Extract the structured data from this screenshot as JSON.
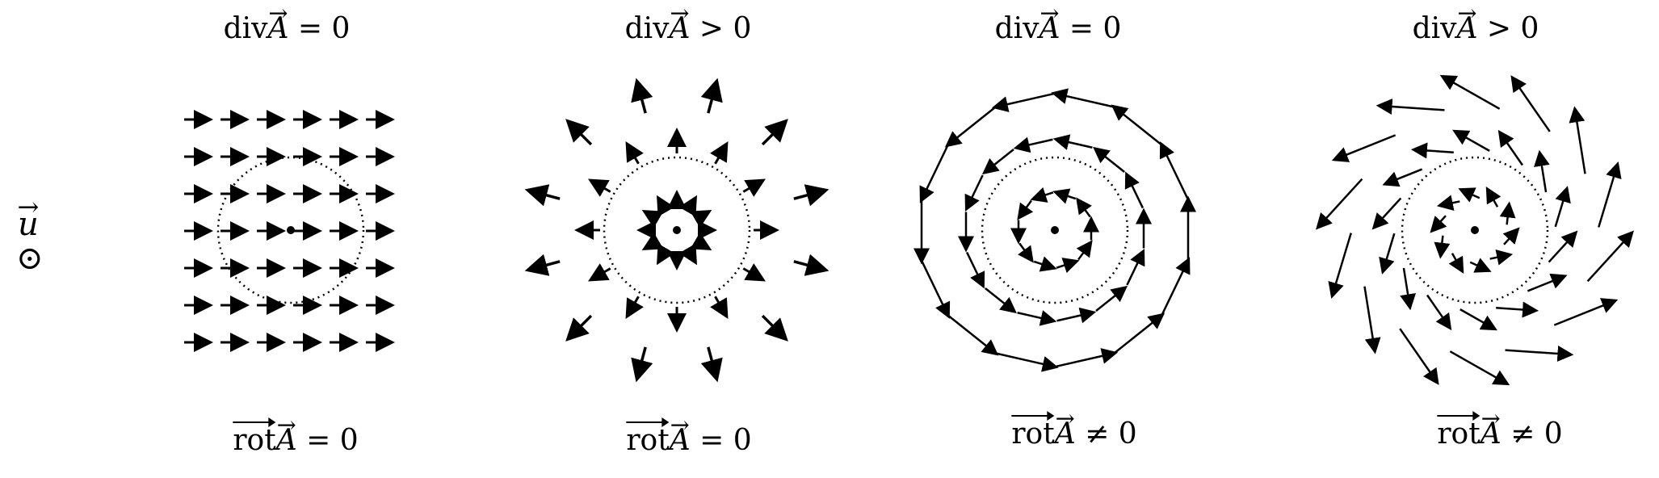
{
  "side": {
    "vector": "u",
    "symbol": "⊙"
  },
  "panels": [
    {
      "div_text": "div",
      "div_vec": "A",
      "div_rel": "= 0",
      "rot_text": "rot",
      "rot_vec": "A",
      "rot_rel": "= 0",
      "field": "uniform"
    },
    {
      "div_text": "div",
      "div_vec": "A",
      "div_rel": "> 0",
      "rot_text": "rot",
      "rot_vec": "A",
      "rot_rel": "= 0",
      "field": "radial"
    },
    {
      "div_text": "div",
      "div_vec": "A",
      "div_rel": "= 0",
      "rot_text": "rot",
      "rot_vec": "A",
      "rot_rel": "≠ 0",
      "field": "rotational"
    },
    {
      "div_text": "div",
      "div_vec": "A",
      "div_rel": "> 0",
      "rot_text": "rot",
      "rot_vec": "A",
      "rot_rel": "≠ 0",
      "field": "spiral"
    }
  ]
}
